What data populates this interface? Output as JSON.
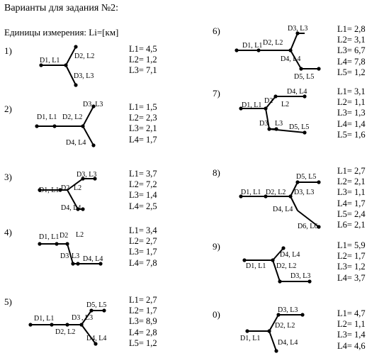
{
  "title": "Варианты для задания №2:",
  "units": "Единицы измерения: Li=[км]",
  "variants": [
    {
      "num": "1)",
      "values": [
        "L1= 4,5",
        "L2= 1,2",
        "L3= 7,1"
      ],
      "labels": [
        "D1, L1",
        "D2, L2",
        "D3, L3"
      ]
    },
    {
      "num": "2)",
      "values": [
        "L1= 1,5",
        "L2= 2,3",
        "L3= 2,1",
        "L4= 1,7"
      ],
      "labels": [
        "D1, L1",
        "D2, L2",
        "D3, L3",
        "D4, L4"
      ]
    },
    {
      "num": "3)",
      "values": [
        "L1= 3,7",
        "L2= 7,2",
        "L3= 1,4",
        "L4= 2,5"
      ],
      "labels": [
        "D1, L1",
        "D2",
        "L2",
        "D3, L3",
        "D4, L4"
      ]
    },
    {
      "num": "4)",
      "values": [
        "L1= 3,4",
        "L2= 2,7",
        "L3= 1,7",
        "L4= 7,8"
      ],
      "labels": [
        "D1, L1",
        "D2",
        "L2",
        "D3",
        "L3",
        "D4, L4"
      ]
    },
    {
      "num": "5)",
      "values": [
        "L1= 2,7",
        "L2= 1,7",
        "L3= 8,9",
        "L4= 2,8",
        "L5= 1,2"
      ],
      "labels": [
        "D1, L1",
        "D2, L2",
        "D3",
        ", L3",
        "D4, L4",
        "D5, L5"
      ]
    },
    {
      "num": "6)",
      "values": [
        "L1= 2,8",
        "L2= 3,1",
        "L3= 6,7",
        "L4= 7,8",
        "L5= 1,2"
      ],
      "labels": [
        "D1, L1",
        "D2, L2",
        "D3, L3",
        "D4, L4",
        "D5, L5"
      ]
    },
    {
      "num": "7)",
      "values": [
        "L1= 3,1",
        "L2= 1,1",
        "L3= 1,3",
        "L4= 1,4",
        "L5= 1,6"
      ],
      "labels": [
        "D1, L1",
        "D2",
        "L2",
        "D3",
        "L3",
        "D4, L4",
        "D5, L5"
      ]
    },
    {
      "num": "8)",
      "values": [
        "L1= 2,7",
        "L2= 2,1",
        "L3= 1,1",
        "L4= 1,7",
        "L5= 2,4",
        "L6= 2,1"
      ],
      "labels": [
        "D1, L1",
        "D2, L2",
        "D3, L3",
        "D4, L4",
        "D5, L5",
        "D6, L6"
      ]
    },
    {
      "num": "9)",
      "values": [
        "L1= 5,9",
        "L2= 1,7",
        "L3= 1,2",
        "L4= 3,7"
      ],
      "labels": [
        "D1, L1",
        "D2, L2",
        "D3, L3",
        "D4, L4"
      ]
    },
    {
      "num": "0)",
      "values": [
        "L1= 4,7",
        "L2= 1,1",
        "L3= 1,4",
        "L4= 4,6"
      ],
      "labels": [
        "D1, L1",
        "D2, L2",
        "D3, L3",
        "D4, L4"
      ]
    }
  ]
}
